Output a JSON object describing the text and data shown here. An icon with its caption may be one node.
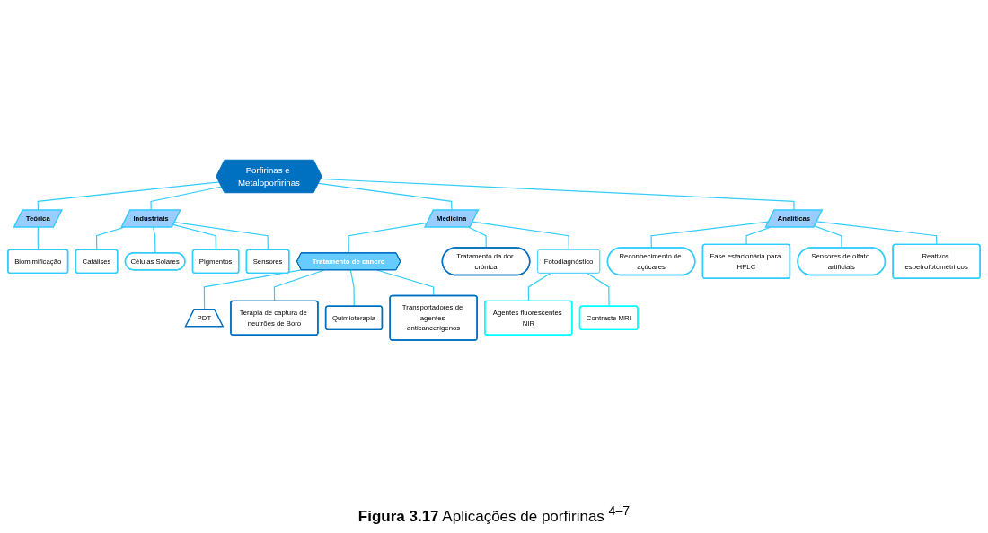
{
  "diagram": {
    "caption": "**Figura 3.17** Aplicações de porfirinas $^{4–7}$",
    "nodes": [
      {
        "text": [
          "Porfirinas e Metaloporfirinas"
        ]
      },
      {
        "text": [
          "Biomimificação"
        ]
      },
      {
        "text": [
          "Teórica"
        ]
      },
      {
        "text": [
          "Catálises"
        ]
      },
      {
        "text": [
          "Células Solares"
        ]
      },
      {
        "text": [
          "Industriais"
        ]
      },
      {
        "text": [
          "Pigmentos"
        ]
      },
      {
        "text": [
          "Sensores"
        ]
      },
      {
        "text": [
          "PDT"
        ]
      },
      {
        "text": [
          "Terapia de captura de neutrões de Boro"
        ]
      },
      {
        "text": [
          "Tratamento de cancro"
        ]
      },
      {
        "text": [
          "Quimioterapia"
        ]
      },
      {
        "text": [
          "Transportadores de agentes anticancerígenos"
        ]
      },
      {
        "text": [
          "Medicina"
        ]
      },
      {
        "text": [
          "Analíticas"
        ]
      },
      {
        "text": [
          "Reconhecimento de açúcares"
        ]
      },
      {
        "text": [
          "Tratamento da dor crónica"
        ]
      },
      {
        "text": [
          "Fotodiagnóstico"
        ]
      },
      {
        "text": [
          "Fase estacionária para HPLC"
        ]
      },
      {
        "text": [
          "Reativos espetrofotométri cos"
        ]
      },
      {
        "text": [
          "Sensores de olfato artificiais"
        ]
      },
      {
        "text": [
          "Agentes fluorescentes NIR"
        ]
      },
      {
        "text": [
          "Contraste MRI"
        ]
      }
    ],
    "edges": [
      {
        "from": 0,
        "to": 2,
        "arrow": "none"
      },
      {
        "from": 0,
        "to": 5,
        "arrow": "none"
      },
      {
        "from": 0,
        "to": 13,
        "arrow": "none"
      },
      {
        "from": 0,
        "to": 14,
        "arrow": "none"
      },
      {
        "from": 2,
        "to": 1,
        "arrow": "none"
      },
      {
        "from": 5,
        "to": 3,
        "arrow": "none"
      },
      {
        "from": 5,
        "to": 4,
        "arrow": "none"
      },
      {
        "from": 5,
        "to": 6,
        "arrow": "none"
      },
      {
        "from": 5,
        "to": 7,
        "arrow": "none"
      },
      {
        "from": 13,
        "to": 10,
        "arrow": "none"
      },
      {
        "from": 10,
        "to": 8,
        "arrow": "none"
      },
      {
        "from": 10,
        "to": 9,
        "arrow": "none"
      },
      {
        "from": 10,
        "to": 11,
        "arrow": "none"
      },
      {
        "from": 10,
        "to": 12,
        "arrow": "none"
      },
      {
        "from": 13,
        "to": 16,
        "arrow": "none"
      },
      {
        "from": 13,
        "to": 17,
        "arrow": "none"
      },
      {
        "from": 17,
        "to": 21,
        "arrow": "none"
      },
      {
        "from": 17,
        "to": 22,
        "arrow": "none"
      },
      {
        "from": 14,
        "to": 15,
        "arrow": "none"
      },
      {
        "from": 14,
        "to": 18,
        "arrow": "none"
      },
      {
        "from": 14,
        "to": 20,
        "arrow": "none"
      },
      {
        "from": 14,
        "to": 19,
        "arrow": "none"
      }
    ]
  }
}
